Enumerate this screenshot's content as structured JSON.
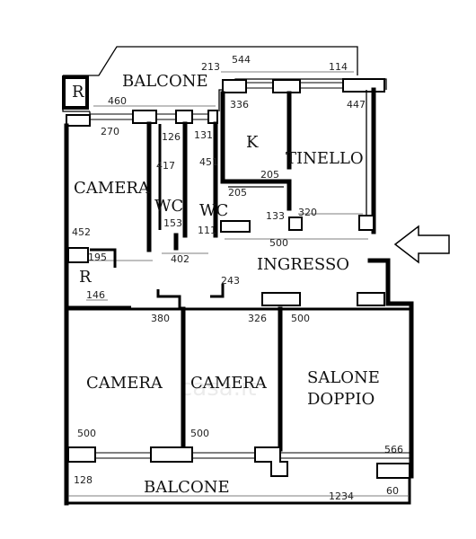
{
  "rooms": {
    "balcone_top": "BALCONE",
    "r_top": "R",
    "camera_left": "CAMERA",
    "wc1": "WC",
    "wc2": "WC",
    "k": "K",
    "tinello": "TINELLO",
    "ingresso": "INGRESSO",
    "r_mid": "R",
    "camera_bl": "CAMERA",
    "camera_bm": "CAMERA",
    "salone_1": "SALONE",
    "salone_2": "DOPPIO",
    "balcone_bottom": "BALCONE"
  },
  "dimensions": {
    "d213": "213",
    "d544": "544",
    "d114": "114",
    "d460": "460",
    "d336": "336",
    "d447": "447",
    "d270": "270",
    "d126": "126",
    "d131": "131",
    "d417": "417",
    "d451": "451",
    "d205a": "205",
    "d205b": "205",
    "d133": "133",
    "d320": "320",
    "d153": "153",
    "d111": "111",
    "d452": "452",
    "d500a": "500",
    "d195": "195",
    "d402": "402",
    "d243": "243",
    "d146": "146",
    "d380": "380",
    "d326": "326",
    "d500b": "500",
    "d500c": "500",
    "d500d": "500",
    "d566": "566",
    "d128": "128",
    "d1234": "1234",
    "d60": "60"
  },
  "watermark": "casa.it",
  "icons": {
    "entrance": "arrow-left-icon"
  }
}
